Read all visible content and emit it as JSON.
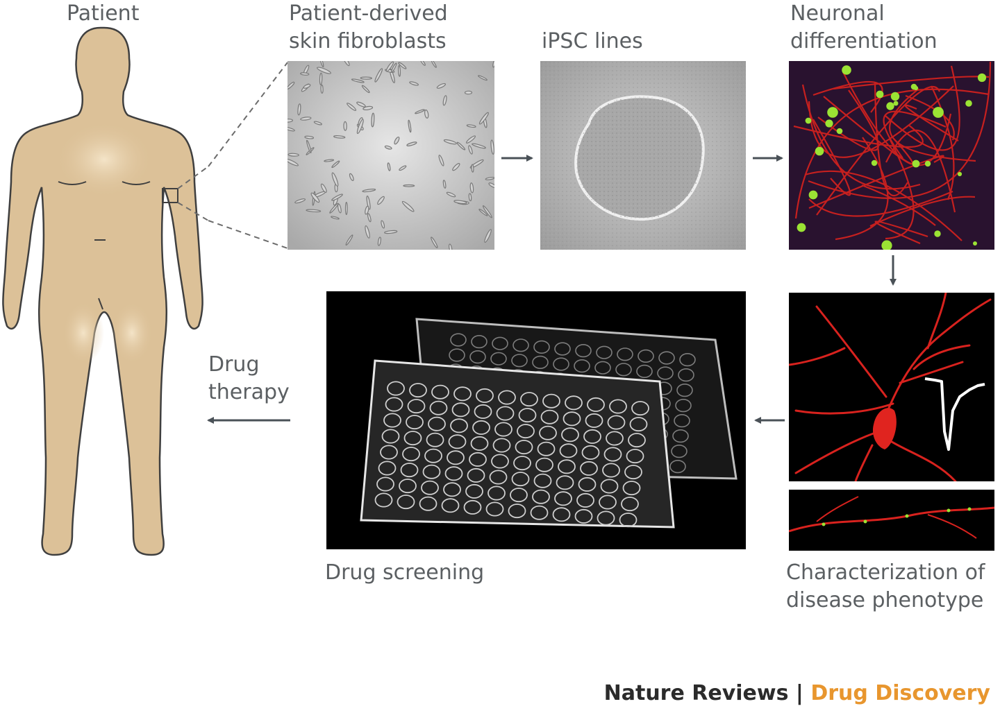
{
  "labels": {
    "patient": "Patient",
    "fibroblasts": "Patient-derived\nskin fibroblasts",
    "ipsc": "iPSC lines",
    "neuronal": "Neuronal\ndifferentiation",
    "drug_therapy": "Drug\ntherapy",
    "drug_screening": "Drug screening",
    "characterization": "Characterization of\ndisease phenotype"
  },
  "footer": {
    "journal": "Nature Reviews",
    "separator": " | ",
    "section": "Drug Discovery"
  },
  "colors": {
    "skin": "#dcc198",
    "outline": "#3f3f3f",
    "arrow": "#4a5157",
    "neuron_red": "#d8221e",
    "neuron_green": "#9be334",
    "footer_accent": "#e8962e"
  }
}
